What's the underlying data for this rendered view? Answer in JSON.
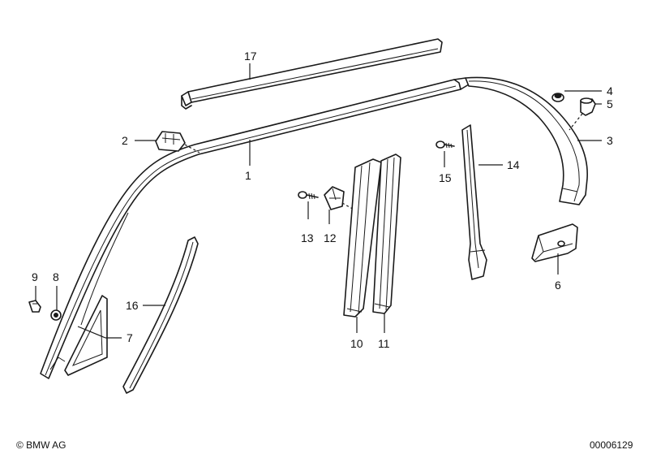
{
  "labels": {
    "p1": "1",
    "p2": "2",
    "p3": "3",
    "p4": "4",
    "p5": "5",
    "p6": "6",
    "p7": "7",
    "p8": "8",
    "p9": "9",
    "p10": "10",
    "p11": "11",
    "p12": "12",
    "p13": "13",
    "p14": "14",
    "p15": "15",
    "p16": "16",
    "p17": "17"
  },
  "footer": {
    "copyright": "© BMW AG",
    "diagram_id": "00006129"
  }
}
